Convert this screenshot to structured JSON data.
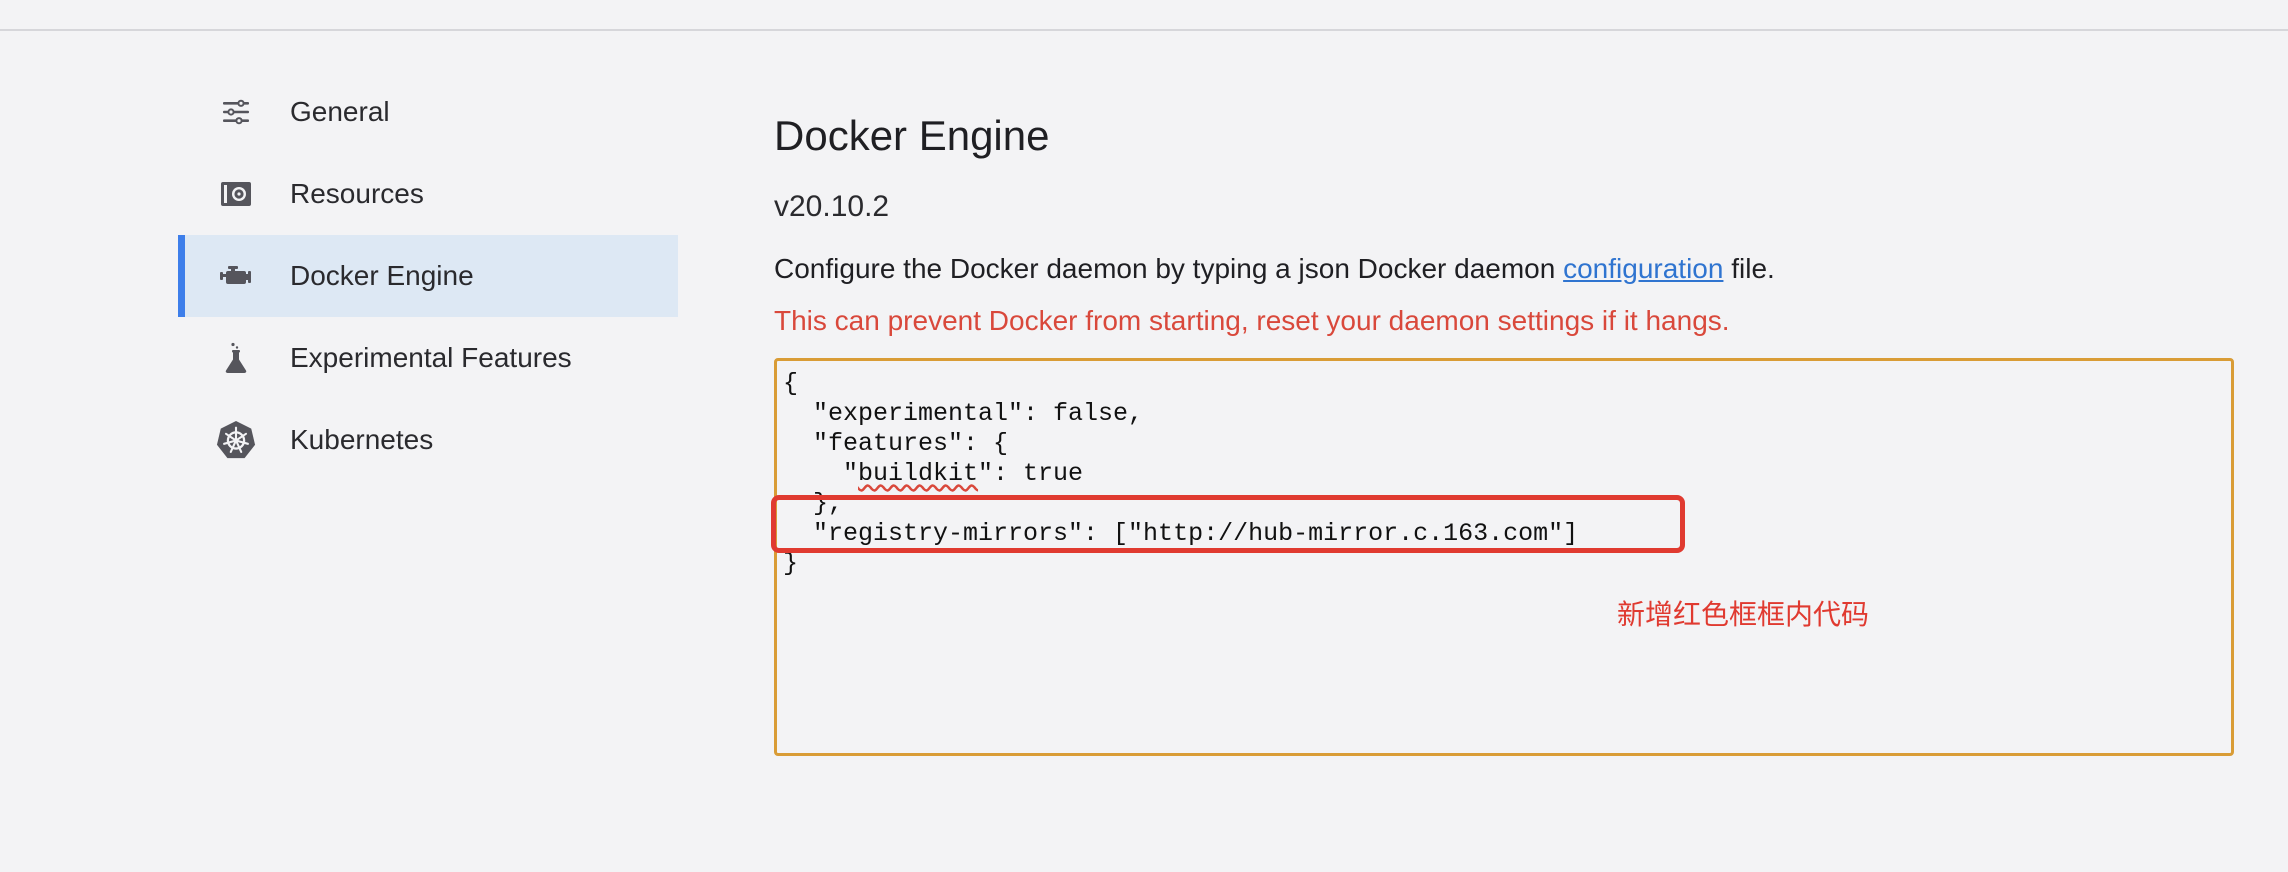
{
  "sidebar": {
    "items": [
      {
        "label": "General",
        "icon": "sliders-icon"
      },
      {
        "label": "Resources",
        "icon": "resources-icon"
      },
      {
        "label": "Docker Engine",
        "icon": "engine-icon",
        "active": true
      },
      {
        "label": "Experimental Features",
        "icon": "flask-icon"
      },
      {
        "label": "Kubernetes",
        "icon": "kubernetes-helm-icon"
      }
    ]
  },
  "main": {
    "title": "Docker Engine",
    "version": "v20.10.2",
    "description_before": "Configure the Docker daemon by typing a json Docker daemon ",
    "description_link": "configuration",
    "description_after": " file.",
    "warning": "This can prevent Docker from starting, reset your daemon settings if it hangs."
  },
  "editor": {
    "lines": [
      "{",
      "  \"experimental\": false,",
      "  \"features\": {",
      "    \"buildkit\": true",
      "  },",
      "  \"registry-mirrors\": [\"http://hub-mirror.c.163.com\"]",
      "}"
    ],
    "spell_word": "buildkit",
    "annotation": "新增红色框框内代码"
  },
  "colors": {
    "accent": "#3d7eea",
    "active_bg": "#dde8f4",
    "warning": "#d9483b",
    "editor_border": "#d99c36",
    "annotation_red": "#e03a30",
    "link": "#2f74d0"
  }
}
